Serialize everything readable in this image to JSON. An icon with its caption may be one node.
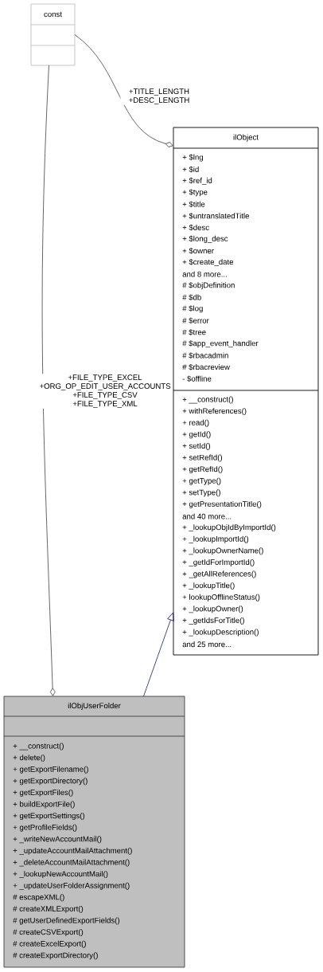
{
  "diagram": {
    "nodes": [
      {
        "text": [
          "const"
        ]
      },
      {
        "text": [
          "ilObject",
          "+ $lng",
          "+ $id",
          "+ $ref_id",
          "+ $type",
          "+ $title",
          "+ $untranslatedTitle",
          "+ $desc",
          "+ $long_desc",
          "+ $owner",
          "+ $create_date",
          "and 8 more...",
          "# $objDefinition",
          "# $db",
          "# $log",
          "# $error",
          "# $tree",
          "# $app_event_handler",
          "# $rbacadmin",
          "# $rbacreview",
          "- $offline",
          "+ __construct()",
          "+ withReferences()",
          "+ read()",
          "+ getId()",
          "+ setId()",
          "+ setRefId()",
          "+ getRefId()",
          "+ getType()",
          "+ setType()",
          "+ getPresentationTitle()",
          "and 40 more...",
          "+ _lookupObjIdByImportId()",
          "+ _lookupImportId()",
          "+ _lookupOwnerName()",
          "+ _getIdForImportId()",
          "+ _getAllReferences()",
          "+ _lookupTitle()",
          "+ lookupOfflineStatus()",
          "+ _lookupOwner()",
          "+ _getIdsForTitle()",
          "+ _lookupDescription()",
          "and 25 more..."
        ]
      },
      {
        "text": [
          "ilObjUserFolder",
          "+ __construct()",
          "+ delete()",
          "+ getExportFilename()",
          "+ getExportDirectory()",
          "+ getExportFiles()",
          "+ buildExportFile()",
          "+ getExportSettings()",
          "+ getProfileFields()",
          "+ _writeNewAccountMail()",
          "+ _updateAccountMailAttachment()",
          "+ _deleteAccountMailAttachment()",
          "+ _lookupNewAccountMail()",
          "+ _updateUserFolderAssignment()",
          "# escapeXML()",
          "# createXMLExport()",
          "# getUserDefinedExportFields()",
          "# createCSVExport()",
          "# createExcelExport()",
          "# createExportDirectory()"
        ]
      }
    ],
    "edges": [
      {
        "from": 0,
        "to": 1,
        "arrow": "other",
        "label": "+TITLE_LENGTH +DESC_LENGTH"
      },
      {
        "from": 0,
        "to": 2,
        "arrow": "other",
        "label": "+FILE_TYPE_EXCEL +ORG_OP_EDIT_USER_ACCOUNTS +FILE_TYPE_CSV +FILE_TYPE_XML"
      },
      {
        "from": 2,
        "to": 1,
        "arrow": "to",
        "color": "#191970"
      }
    ]
  }
}
